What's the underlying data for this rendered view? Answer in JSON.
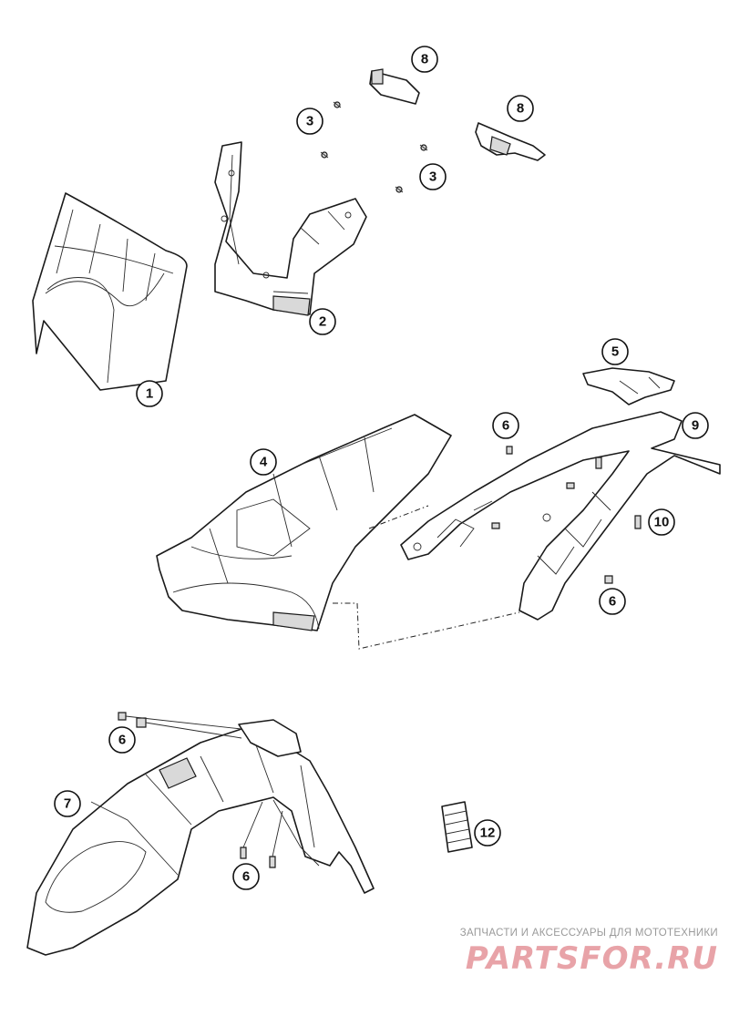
{
  "callouts": [
    "1",
    "2",
    "3",
    "3",
    "4",
    "5",
    "6",
    "6",
    "6",
    "6",
    "7",
    "8",
    "8",
    "9",
    "10",
    "12"
  ],
  "watermark": {
    "caption": "ЗАПЧАСТИ И АКСЕССУАРЫ ДЛЯ МОТОТЕХНИКИ",
    "brand": "PARTSFOR.RU"
  },
  "colors": {
    "line": "#1a1a1a",
    "watermark_text": "#9a9a9a",
    "watermark_brand": "#e8a3a8"
  }
}
